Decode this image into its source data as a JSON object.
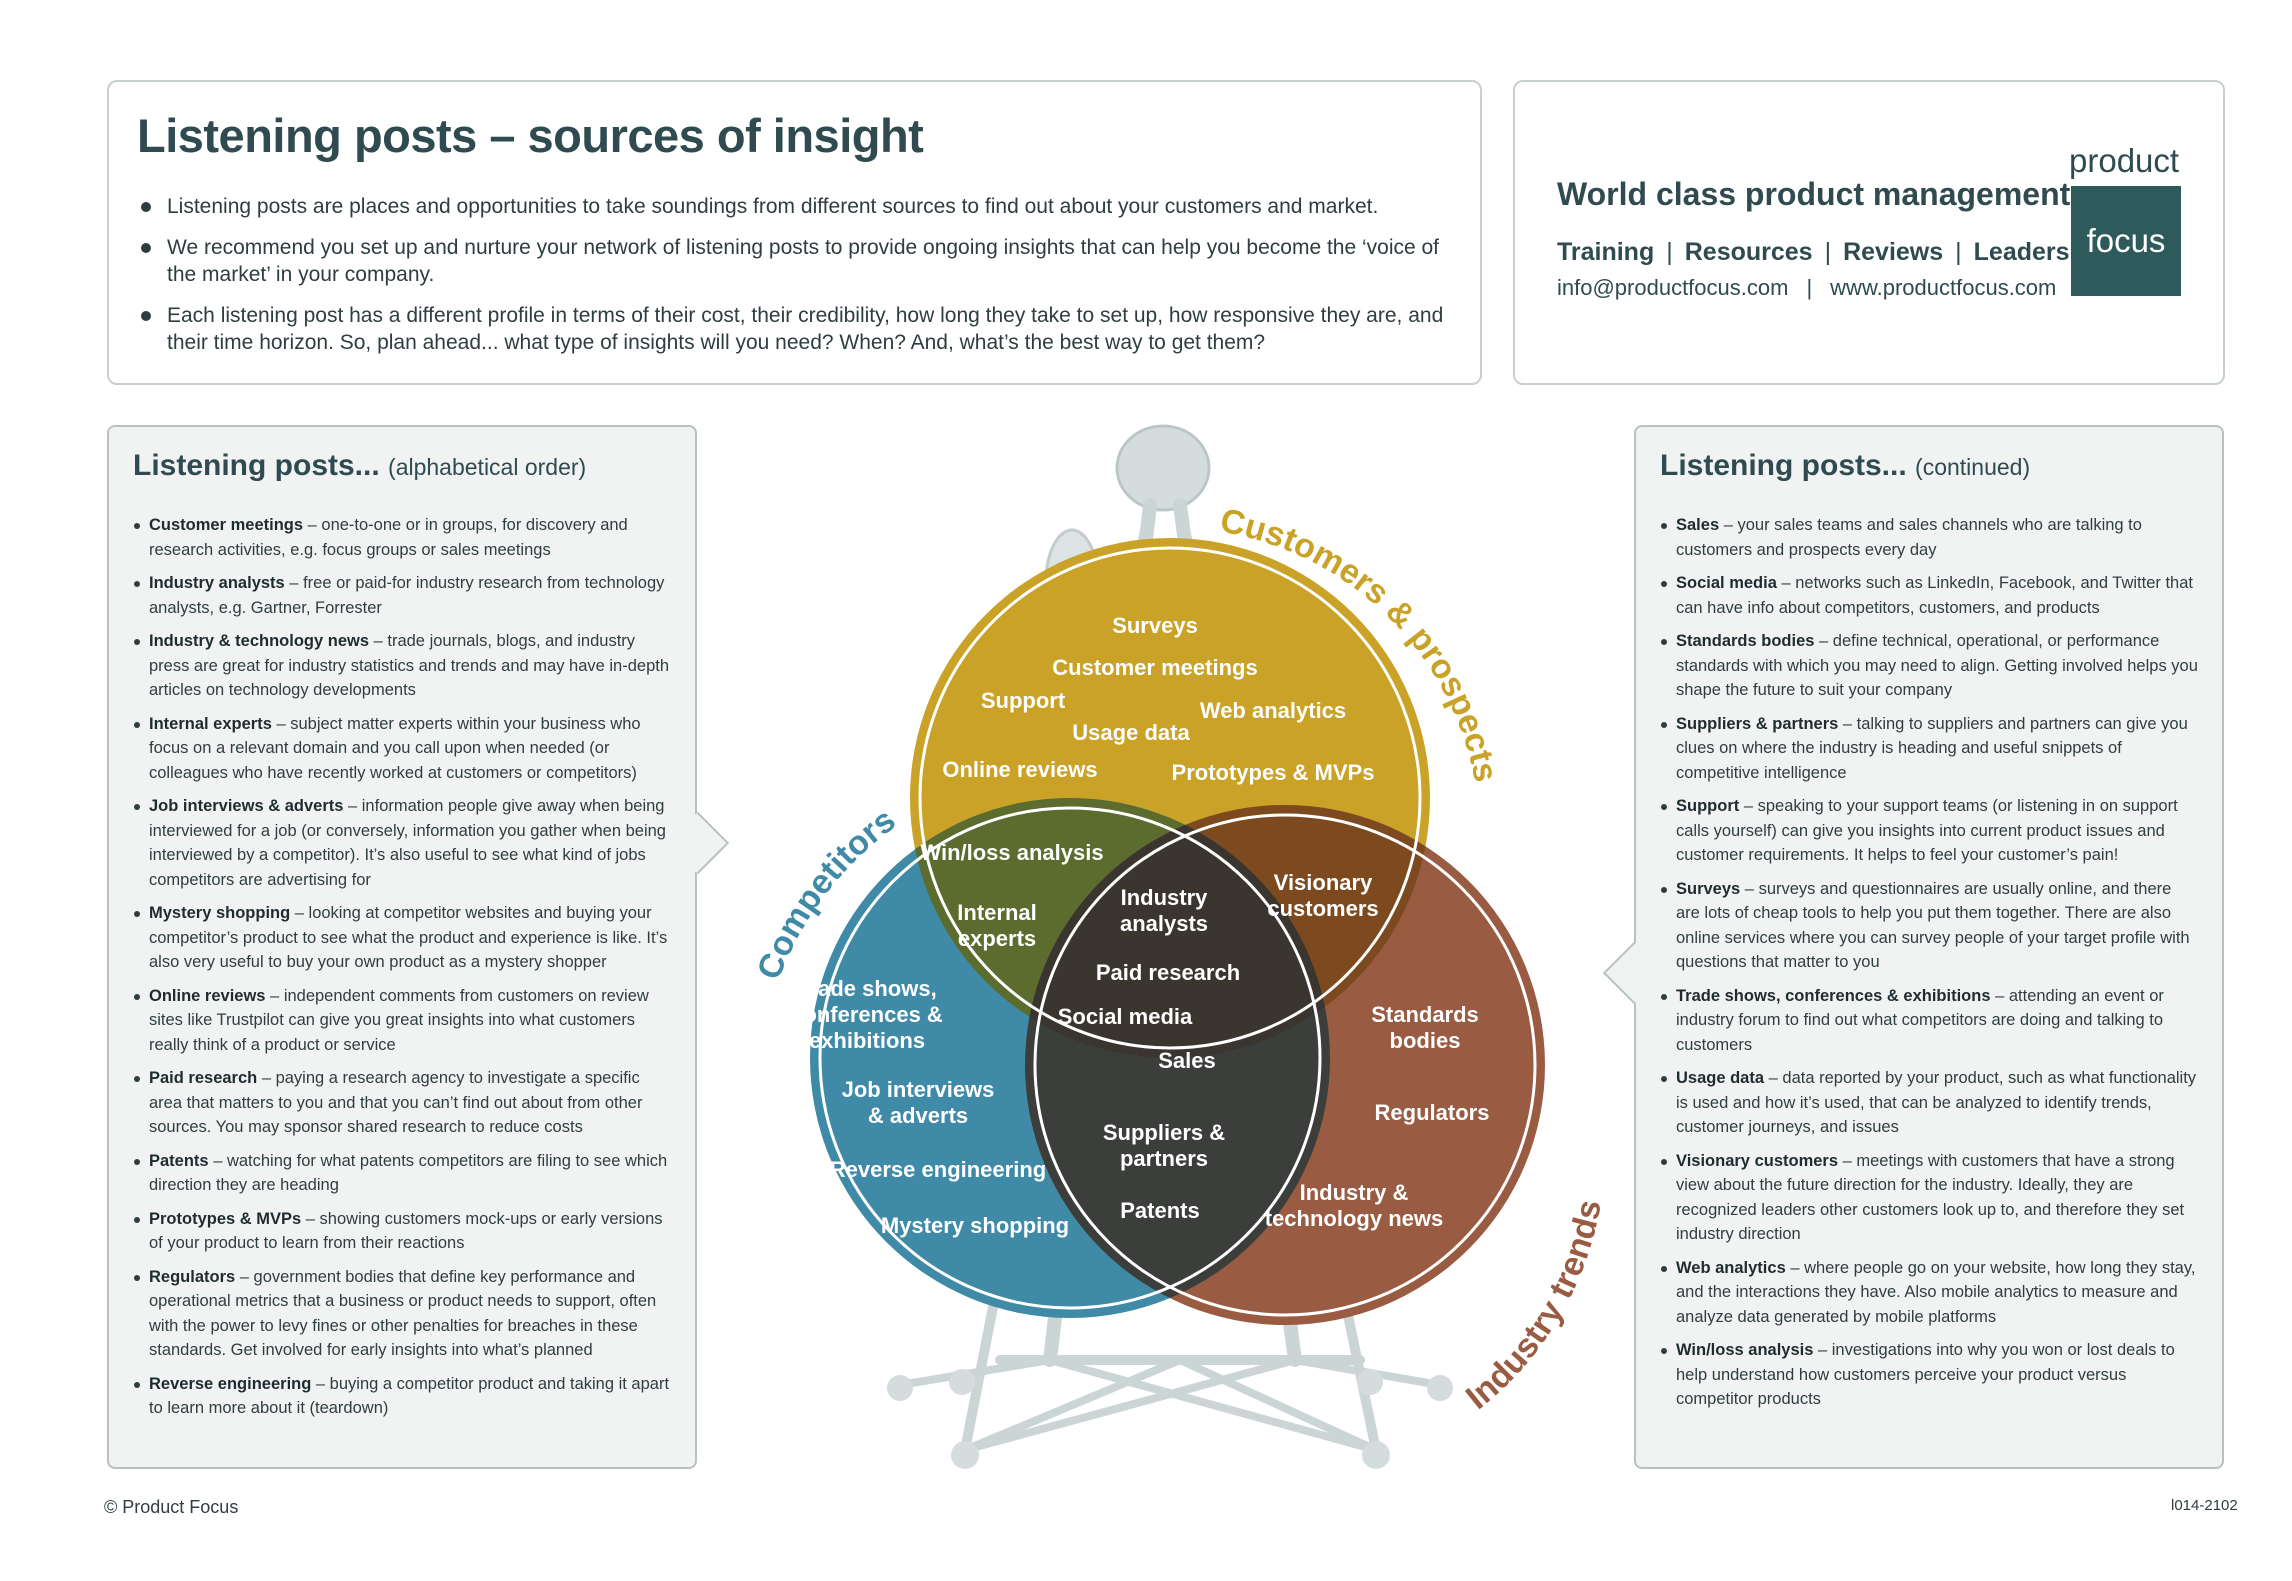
{
  "header": {
    "title": "Listening posts – sources of insight",
    "bullets": [
      "Listening posts are places and opportunities to take soundings from different sources to find out about your customers and market.",
      "We recommend you set up and nurture your network of listening posts to provide ongoing insights that can help you become the ‘voice of the market’ in your company.",
      "Each listening post has a different profile in terms of their cost, their credibility, how long they take to set up, how responsive they are, and their time horizon.  So, plan ahead... what type of insights will you need? When? And, what’s the best way to get them?"
    ]
  },
  "brand": {
    "tagline": "World class product management",
    "links": [
      "Training",
      "Resources",
      "Reviews",
      "Leadership"
    ],
    "email": "info@productfocus.com",
    "website": "www.productfocus.com",
    "logo_top": "product",
    "logo_bottom": "focus",
    "logo_color": "#2e5a5c"
  },
  "left_panel": {
    "title": "Listening posts...",
    "subtitle": "(alphabetical order)",
    "items": [
      {
        "term": "Customer meetings",
        "desc": " – one-to-one or in groups, for discovery and research activities, e.g. focus groups or sales meetings"
      },
      {
        "term": "Industry analysts",
        "desc": " – free or paid-for industry research from technology analysts, e.g. Gartner, Forrester"
      },
      {
        "term": "Industry & technology news",
        "desc": " – trade journals, blogs, and industry press are great for industry statistics and trends and may have in-depth articles on technology developments"
      },
      {
        "term": "Internal experts",
        "desc": " – subject matter experts within your business who focus on a relevant domain and you call upon when needed (or colleagues who have recently worked at customers or competitors)"
      },
      {
        "term": "Job interviews & adverts",
        "desc": " – information people give away when being interviewed for a job (or conversely, information you gather when being interviewed by a competitor). It’s also useful to see what kind of jobs competitors are advertising for"
      },
      {
        "term": "Mystery shopping",
        "desc": " – looking at competitor websites and buying your competitor’s product to see what the product and experience is like. It’s also very useful to buy your own product as a mystery shopper"
      },
      {
        "term": "Online reviews",
        "desc": " – independent comments from customers on review sites like Trustpilot can give you great insights into what customers really think of a product or service"
      },
      {
        "term": "Paid research",
        "desc": " – paying a research agency to investigate a specific area that matters to you and that you can’t find out about from other sources. You may sponsor shared research to reduce costs"
      },
      {
        "term": "Patents",
        "desc": " – watching for what patents competitors are filing to see which direction they are heading"
      },
      {
        "term": "Prototypes & MVPs",
        "desc": " – showing customers mock-ups or early versions of your product to learn from their reactions"
      },
      {
        "term": "Regulators",
        "desc": " – government bodies that define key performance and operational metrics that a business or product needs to support, often with the power to levy fines or other penalties for breaches in these standards. Get involved for early insights into what’s planned"
      },
      {
        "term": "Reverse engineering",
        "desc": " – buying a competitor product and taking it apart to learn more about it (teardown)"
      }
    ]
  },
  "right_panel": {
    "title": "Listening posts...",
    "subtitle": "(continued)",
    "items": [
      {
        "term": "Sales",
        "desc": " – your sales teams and sales channels who are talking to customers and prospects every day"
      },
      {
        "term": "Social media",
        "desc": " – networks such as LinkedIn, Facebook, and Twitter that can have info about competitors, customers, and products"
      },
      {
        "term": "Standards bodies",
        "desc": " – define technical, operational, or performance standards with which you may need to align. Getting involved helps you shape the future to suit your company"
      },
      {
        "term": "Suppliers & partners",
        "desc": " – talking to suppliers and partners can give you clues on where the industry is heading and useful snippets of competitive intelligence"
      },
      {
        "term": "Support",
        "desc": " – speaking to your support teams (or listening in on support calls yourself) can give you insights into current product issues and customer requirements. It helps to feel your customer’s pain!"
      },
      {
        "term": "Surveys",
        "desc": " – surveys and questionnaires are usually online, and there are lots of cheap tools to help you put them together. There are also online services where you can survey people of your target profile with questions that matter to you"
      },
      {
        "term": "Trade shows, conferences & exhibitions",
        "desc": " – attending an event or industry forum to find out what competitors are doing and talking to customers"
      },
      {
        "term": "Usage data",
        "desc": " – data reported by your product, such as what functionality is used and how it’s used, that can be analyzed to identify trends, customer journeys, and issues"
      },
      {
        "term": "Visionary customers",
        "desc": " – meetings with customers that have a strong view about the future direction for the industry. Ideally, they are recognized leaders other customers look up to, and therefore they set industry direction"
      },
      {
        "term": "Web analytics",
        "desc": " – where people go on your website, how long they stay, and the interactions they have. Also mobile analytics to measure and analyze data generated by mobile platforms"
      },
      {
        "term": "Win/loss analysis",
        "desc": " – investigations into why you won or lost deals to help understand how customers perceive your product versus competitor products"
      }
    ]
  },
  "diagram": {
    "circles": {
      "customers": {
        "name": "Customers & prospects",
        "color": "#c9a227"
      },
      "competitors": {
        "name": "Competitors",
        "color": "#3f8aa6"
      },
      "industry": {
        "name": "Industry trends",
        "color": "#9a5b43"
      }
    },
    "overlap_colors": {
      "customers_competitors": "#5c6b2e",
      "customers_industry": "#7d4a1f",
      "competitors_industry": "#3c3e3c",
      "center": "#3a362f"
    },
    "regions": {
      "customers_only": [
        "Surveys",
        "Customer meetings",
        "Support",
        "Usage data",
        "Web analytics",
        "Online reviews",
        "Prototypes & MVPs"
      ],
      "customers_competitors": [
        "Win/loss analysis",
        "Internal experts"
      ],
      "customers_industry": [
        "Visionary customers"
      ],
      "center": [
        "Industry analysts",
        "Paid research",
        "Social media",
        "Sales"
      ],
      "competitors_only": [
        "Trade shows, conferences & exhibitions",
        "Job interviews & adverts",
        "Reverse engineering",
        "Mystery shopping"
      ],
      "competitors_industry": [
        "Suppliers & partners",
        "Patents"
      ],
      "industry_only": [
        "Standards bodies",
        "Regulators",
        "Industry & technology news"
      ]
    }
  },
  "footer": {
    "copyright": "© Product Focus",
    "doc_id": "l014-2102"
  }
}
